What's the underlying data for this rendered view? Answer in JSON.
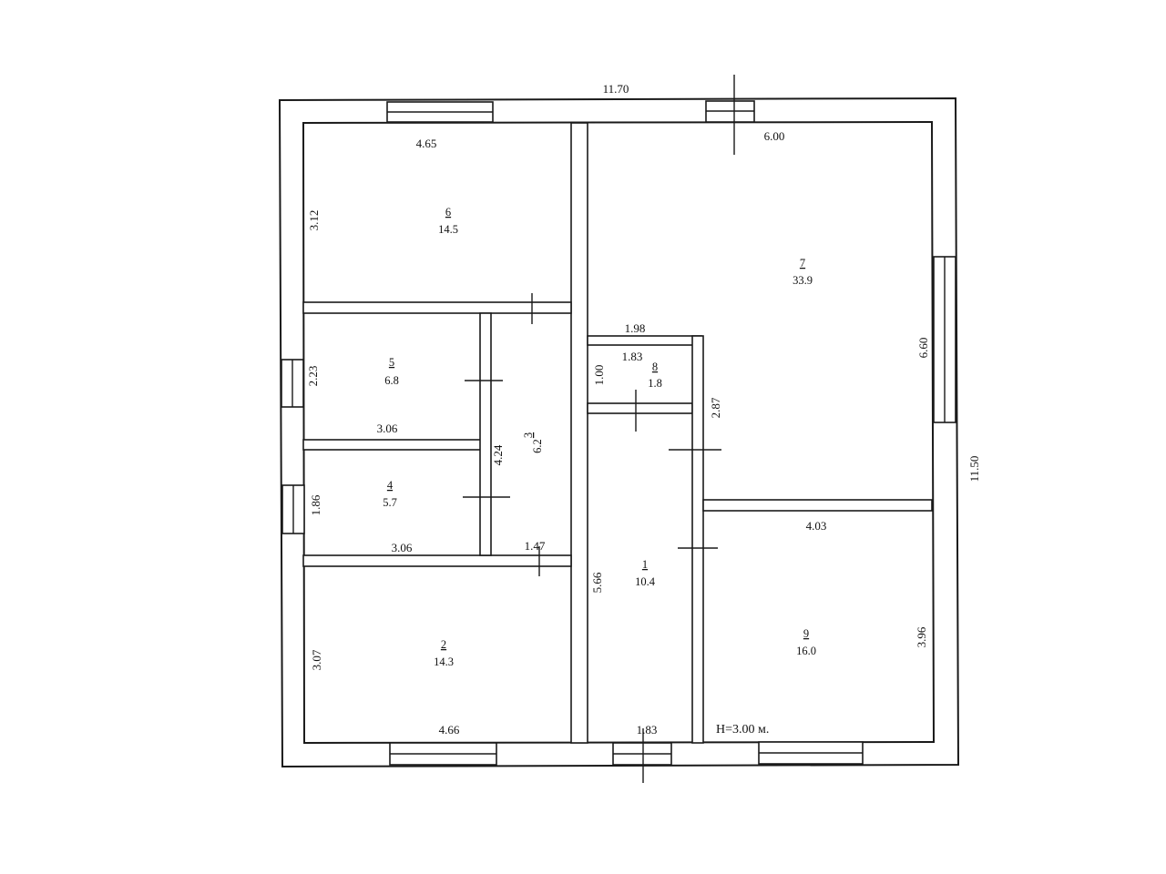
{
  "plan": {
    "overall_width": "11.70",
    "overall_depth": "11.50",
    "ceiling_height": "H=3.00 м.",
    "rooms": [
      {
        "number": "1",
        "area": "10.4"
      },
      {
        "number": "2",
        "area": "14.3"
      },
      {
        "number": "3",
        "area": "6.2"
      },
      {
        "number": "4",
        "area": "5.7"
      },
      {
        "number": "5",
        "area": "6.8"
      },
      {
        "number": "6",
        "area": "14.5"
      },
      {
        "number": "7",
        "area": "33.9"
      },
      {
        "number": "8",
        "area": "1.8"
      },
      {
        "number": "9",
        "area": "16.0"
      }
    ],
    "dimensions": {
      "r6_width": "4.65",
      "r6_depth": "3.12",
      "r7_width": "6.00",
      "r7_depth": "6.60",
      "r5_depth": "2.23",
      "r5_width": "3.06",
      "r4_depth": "1.86",
      "r4_width": "3.06",
      "r3_depth": "4.24",
      "r3_width": "1.47",
      "corridor_outer": "1.98",
      "r8_width": "1.83",
      "r8_depth": "1.00",
      "r8_side": "2.87",
      "r1_depth": "5.66",
      "r1_width": "1.83",
      "r9_width": "4.03",
      "r9_depth": "3.96",
      "r2_depth": "3.07",
      "r2_width": "4.66"
    }
  }
}
